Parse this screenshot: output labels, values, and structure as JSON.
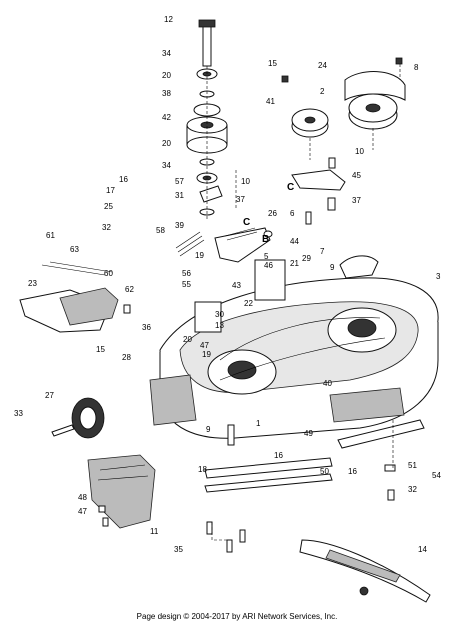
{
  "diagram": {
    "footer": "Page design © 2004-2017 by ARI Network Services, Inc.",
    "letter_callouts": [
      "C",
      "C",
      "B"
    ],
    "part_labels": [
      "12",
      "34",
      "20",
      "38",
      "42",
      "20",
      "34",
      "57",
      "31",
      "37",
      "15",
      "24",
      "8",
      "2",
      "41",
      "10",
      "10",
      "45",
      "37",
      "6",
      "26",
      "44",
      "7",
      "29",
      "9",
      "3",
      "16",
      "17",
      "25",
      "32",
      "58",
      "39",
      "5",
      "19",
      "56",
      "55",
      "61",
      "63",
      "60",
      "23",
      "62",
      "43",
      "30",
      "13",
      "46",
      "21",
      "22",
      "36",
      "15",
      "28",
      "20",
      "47",
      "19",
      "40",
      "27",
      "33",
      "9",
      "1",
      "18",
      "16",
      "50",
      "16",
      "49",
      "54",
      "51",
      "32",
      "48",
      "47",
      "11",
      "35",
      "14"
    ]
  }
}
